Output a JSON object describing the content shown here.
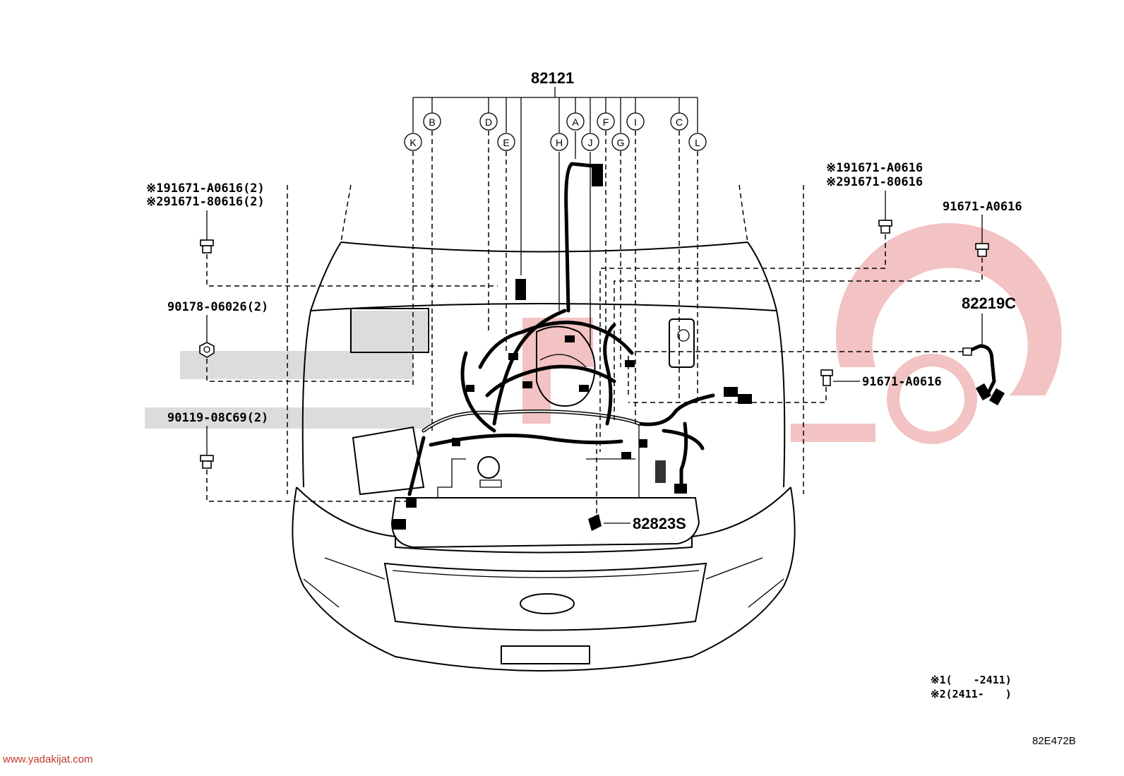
{
  "main_part": "82121",
  "callouts": [
    "K",
    "B",
    "D",
    "E",
    "H",
    "A",
    "J",
    "F",
    "G",
    "I",
    "C",
    "L"
  ],
  "left_parts": [
    {
      "line1": "※191671-A0616(2)",
      "line2": "※291671-80616(2)"
    },
    {
      "line1": "90178-06026(2)"
    },
    {
      "line1": "90119-08C69(2)"
    }
  ],
  "right_parts": [
    {
      "line1": "※191671-A0616",
      "line2": "※291671-80616"
    },
    {
      "line1": "91671-A0616"
    },
    {
      "line1": "82219C"
    },
    {
      "line1": "91671-A0616"
    }
  ],
  "bottom_part": "82823S",
  "notes": [
    "※1(　　-2411)",
    "※2(2411-　　)"
  ],
  "diagram_code": "82E472B",
  "website": "www.yadakijat.com"
}
